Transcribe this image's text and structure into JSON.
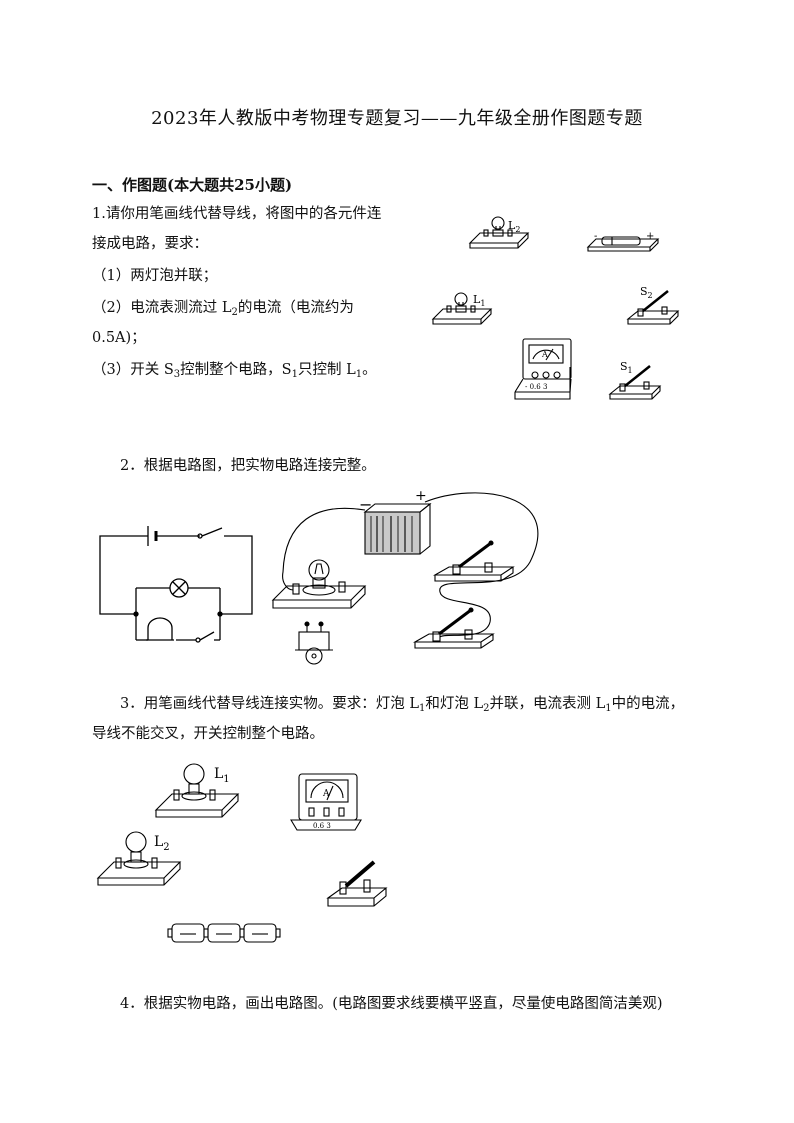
{
  "title": "2023年人教版中考物理专题复习——九年级全册作图题专题",
  "section_heading": "一、作图题(本大题共25小题)",
  "q1": {
    "line1": "1.请你用笔画线代替导线，将图中的各元件连",
    "line2": "接成电路，要求：",
    "req1": "（1）两灯泡并联；",
    "req2_a": "（2）电流表测流过 L",
    "req2_sub": "2",
    "req2_b": "的电流（电流约为",
    "req2_c": "0.5A)；",
    "req3_a": "（3）开关 S",
    "req3_sub1": "3",
    "req3_b": "控制整个电路，S",
    "req3_sub2": "1",
    "req3_c": "只控制 L",
    "req3_sub3": "1",
    "req3_d": "。",
    "fig": {
      "lamp2": "L",
      "lamp2_sub": "2",
      "lamp1": "L",
      "lamp1_sub": "1",
      "switch2": "S",
      "switch2_sub": "2",
      "switch1": "S",
      "switch1_sub": "1",
      "ammeter": "A",
      "ammeter_scale": "- 0.6 3",
      "battery_minus": "-",
      "battery_plus": "+"
    }
  },
  "q2": {
    "text": "2．根据电路图，把实物电路连接完整。",
    "fig": {
      "minus": "−",
      "plus": "+"
    }
  },
  "q3": {
    "line1_a": "3．用笔画线代替导线连接实物。要求：灯泡 L",
    "line1_sub1": "1",
    "line1_b": "和灯泡 L",
    "line1_sub2": "2",
    "line1_c": "并联，电流表测 L",
    "line1_sub3": "1",
    "line1_d": "中的电流，",
    "line2": "导线不能交叉，开关控制整个电路。",
    "fig": {
      "lamp1": "L",
      "lamp1_sub": "1",
      "lamp2": "L",
      "lamp2_sub": "2",
      "ammeter": "A",
      "ammeter_scale": "0.6 3"
    }
  },
  "q4": {
    "text": "4．根据实物电路，画出电路图。(电路图要求线要横平竖直，尽量使电路图简洁美观)"
  }
}
